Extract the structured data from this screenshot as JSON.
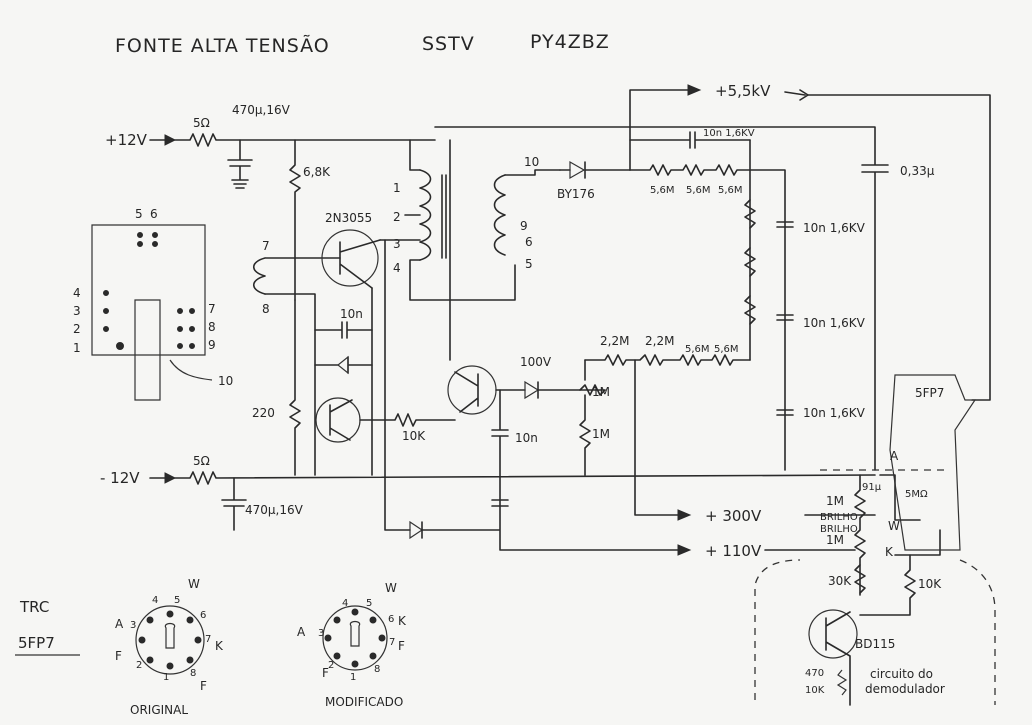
{
  "title": {
    "main": "FONTE ALTA TENSÃO",
    "mode": "SSTV",
    "callsign": "PY4ZBZ"
  },
  "rails": {
    "pos12": "+12V",
    "neg12": "- 12V",
    "hv": "+5,5kV",
    "v300": "+ 300V",
    "v110": "+ 110V"
  },
  "components": {
    "r_5_top": "5Ω",
    "c_470_top": "470μ,16V",
    "r_6k8": "6,8K",
    "q_2n3055": "2N3055",
    "c_10n_fb": "10n",
    "r_220": "220",
    "r_5_bot": "5Ω",
    "c_470_bot": "470μ,16V",
    "r_10k_base": "10K",
    "d_100v": "100V",
    "c_10n_mid": "10n",
    "r_2m2_a": "2,2M",
    "r_2m2_b": "2,2M",
    "r_5m6_a": "5,6M",
    "r_5m6_b": "5,6M",
    "r_1m_a": "1M",
    "r_1m_b": "1M",
    "d_by176": "BY176",
    "c_10n_top": "10n 1,6KV",
    "r_5m6_top1": "5,6M",
    "r_5m6_top2": "5,6M",
    "r_5m6_top3": "5,6M",
    "c_10n_16a": "10n 1,6KV",
    "c_10n_16b": "10n 1,6KV",
    "c_10n_16c": "10n 1,6KV",
    "c_033": "0,33μ",
    "r_1m_brilho": "1M",
    "brilho": "BRILHO",
    "brilho2": "BRILHO",
    "r_1m_low": "1M",
    "c_91": "91μ",
    "r_5mohm": "5MΩ",
    "r_30k": "30K",
    "r_10k": "10K",
    "q_bd115": "BD115",
    "r_470": "470",
    "r_10k_small": "10K",
    "demod_1": "circuito do",
    "demod_2": "demodulador"
  },
  "transformer_pins": {
    "prim": [
      "1",
      "2",
      "3",
      "4"
    ],
    "left": [
      "7",
      "8"
    ],
    "sec": [
      "10",
      "9",
      "6",
      "5"
    ]
  },
  "socket_pins": {
    "top": [
      "5",
      "6"
    ],
    "left": [
      "4",
      "3",
      "2",
      "1"
    ],
    "right": [
      "7",
      "8",
      "9"
    ],
    "bottom": "10"
  },
  "crt_labels": {
    "name": "5FP7",
    "a": "A",
    "w": "W",
    "k": "K"
  },
  "trc": {
    "line1": "TRC",
    "line2": "5FP7"
  },
  "base_original": {
    "caption": "ORIGINAL",
    "A": "A",
    "F1": "F",
    "W": "W",
    "K": "K",
    "F2": "F",
    "p1": "1",
    "p2": "2",
    "p3": "3",
    "p4": "4",
    "p5": "5",
    "p6": "6",
    "p7": "7",
    "p8": "8"
  },
  "base_mod": {
    "caption": "MODIFICADO",
    "A": "A",
    "F": "F",
    "W": "W",
    "K": "K",
    "F2": "F",
    "p1": "1",
    "p2": "2",
    "p3": "3",
    "p4": "4",
    "p5": "5",
    "p6": "6",
    "p7": "7",
    "p8": "8"
  }
}
